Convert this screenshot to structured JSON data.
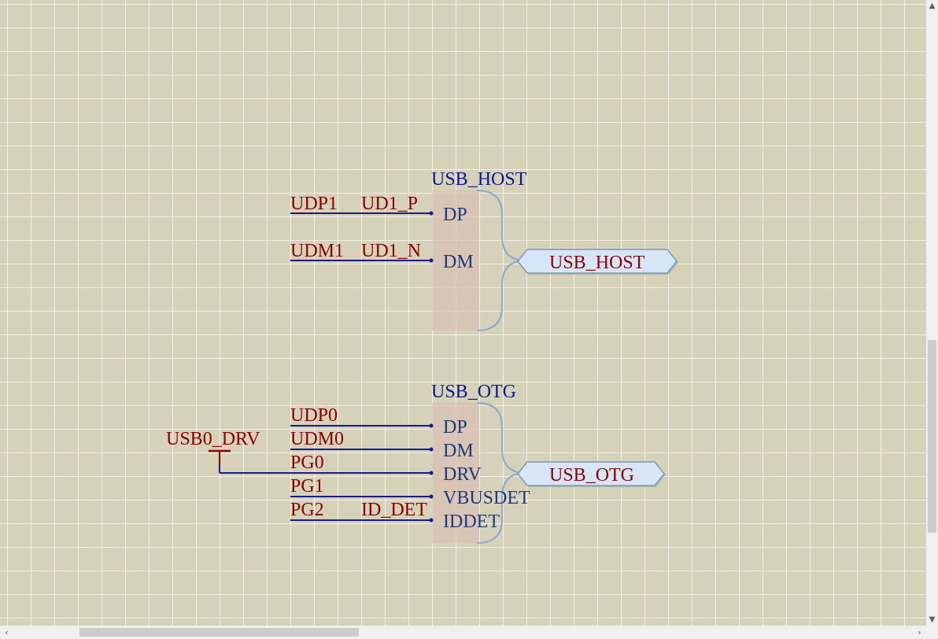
{
  "usb_host": {
    "title": "USB_HOST",
    "nets": [
      "UDP1",
      "UDM1"
    ],
    "net_aliases": [
      "UD1_P",
      "UD1_N"
    ],
    "pins": [
      "DP",
      "DM"
    ],
    "port": "USB_HOST"
  },
  "usb_otg": {
    "title": "USB_OTG",
    "nets": [
      "UDP0",
      "UDM0",
      "PG0",
      "PG1",
      "PG2"
    ],
    "net_aliases": {
      "drv": "USB0_DRV",
      "id": "ID_DET"
    },
    "pins": [
      "DP",
      "DM",
      "DRV",
      "VBUSDET",
      "IDDET"
    ],
    "port": "USB_OTG"
  },
  "scrollbars": {
    "up": "▲",
    "down": "▼",
    "left": "‹",
    "right": "›"
  },
  "colors": {
    "canvas": "#d6d1b9",
    "wire": "#1a1a8c",
    "net_label": "#8b0000",
    "pin_label": "#1f3a78",
    "harness_fill": "#d8c0b4",
    "harness_curve": "#8fa6d4",
    "port_fill": "#d6e6f6"
  }
}
